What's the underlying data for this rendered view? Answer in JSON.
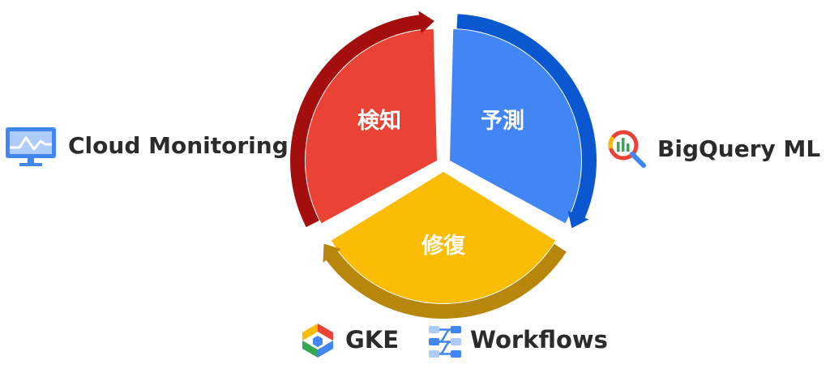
{
  "segments": [
    {
      "key": "detect",
      "label": "検知",
      "color": "#ea4335",
      "arrow_color": "#a50e0e"
    },
    {
      "key": "predict",
      "label": "予測",
      "color": "#4285f4",
      "arrow_color": "#0b57d0"
    },
    {
      "key": "remediate",
      "label": "修復",
      "color": "#fbbc04",
      "arrow_color": "#b8860b"
    }
  ],
  "tools": {
    "cloud_monitoring": {
      "label": "Cloud Monitoring",
      "icon": "monitor-icon"
    },
    "bigquery_ml": {
      "label": "BigQuery ML",
      "icon": "bigquery-icon"
    },
    "gke": {
      "label": "GKE",
      "icon": "gke-icon"
    },
    "workflows": {
      "label": "Workflows",
      "icon": "workflows-icon"
    }
  }
}
